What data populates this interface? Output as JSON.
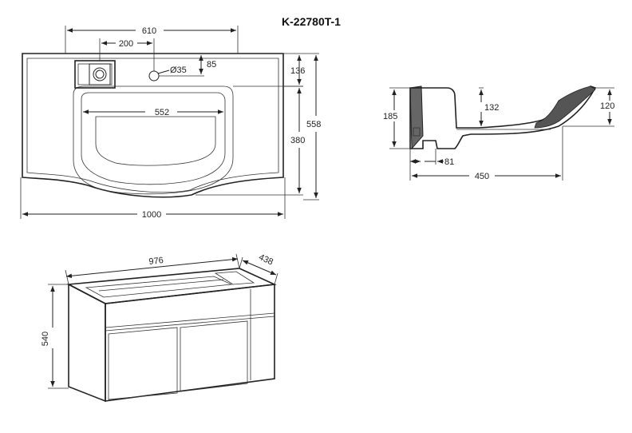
{
  "title": "K-22780T-1",
  "top_view": {
    "width": "1000",
    "depth": "558",
    "bowl_depth": "380",
    "front_margin": "136",
    "faucet_span": "610",
    "faucet_offset": "200",
    "hole_offset": "85",
    "hole_diameter": "Ø35",
    "bowl_width": "552"
  },
  "side_view": {
    "height": "185",
    "bowl_height": "132",
    "lip_height": "120",
    "back_offset": "81",
    "depth": "450"
  },
  "cabinet": {
    "width": "976",
    "depth": "438",
    "height": "540"
  }
}
